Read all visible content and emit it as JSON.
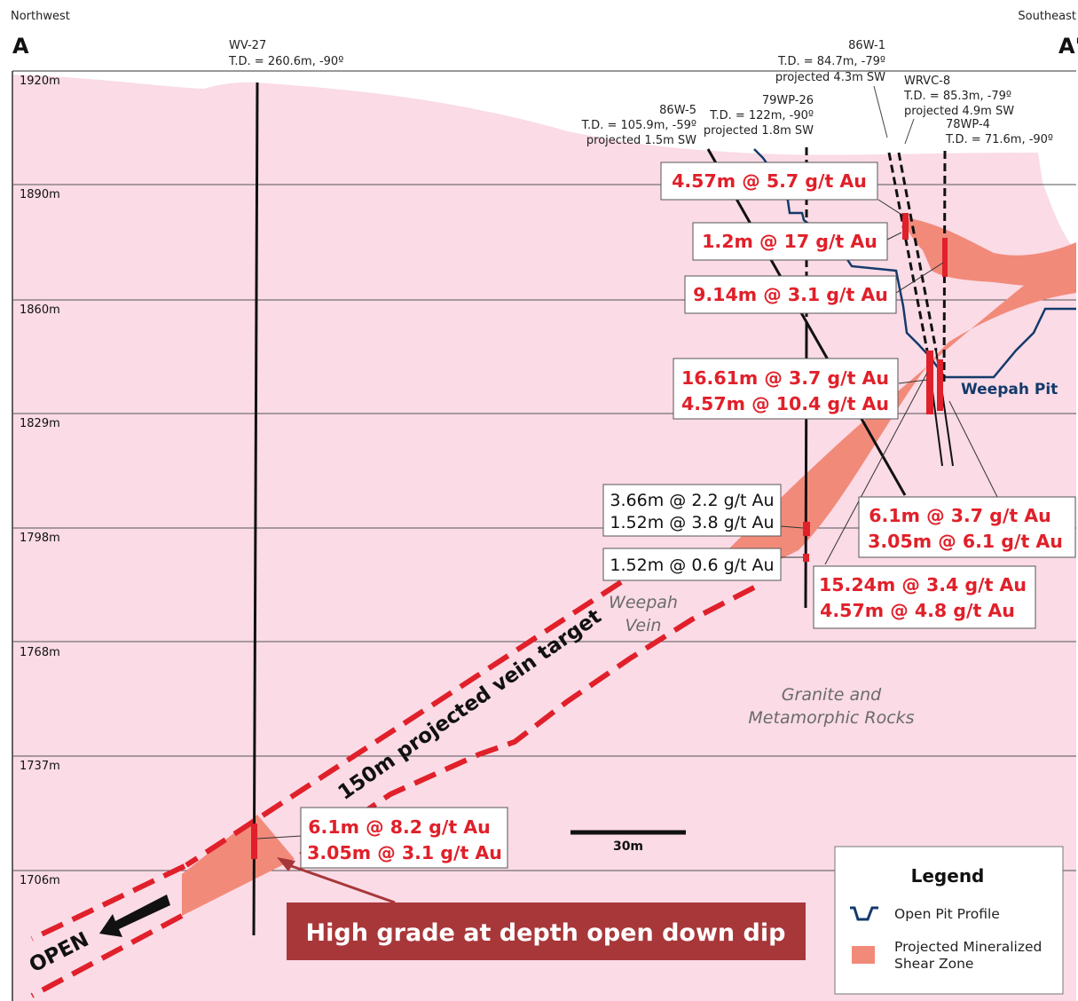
{
  "header": {
    "left_direction": "Northwest",
    "right_direction": "Southeast",
    "left_section": "A",
    "right_section": "A'"
  },
  "elevations": [
    "1920m",
    "1890m",
    "1860m",
    "1829m",
    "1798m",
    "1768m",
    "1737m",
    "1706m"
  ],
  "drillholes": {
    "wv27": {
      "name": "WV-27",
      "detail": "T.D. = 260.6m, -90º"
    },
    "h86w1": {
      "name": "86W-1",
      "detail": "T.D. = 84.7m, -79º",
      "projection": "projected 4.3m SW"
    },
    "wrvc8": {
      "name": "WRVC-8",
      "detail": "T.D. = 85.3m, -79º",
      "projection": "projected 4.9m SW"
    },
    "h78wp4": {
      "name": "78WP-4",
      "detail": "T.D. = 71.6m, -90º"
    },
    "h86w5": {
      "name": "86W-5",
      "detail": "T.D. = 105.9m, -59º",
      "projection": "projected 1.5m SW"
    },
    "h79wp26": {
      "name": "79WP-26",
      "detail": "T.D. = 122m, -90º",
      "projection": "projected 1.8m SW"
    }
  },
  "intercepts": {
    "i1": "4.57m @ 5.7 g/t Au",
    "i2": "1.2m @ 17 g/t Au",
    "i3": "9.14m @ 3.1 g/t Au",
    "i4a": "16.61m @ 3.7 g/t Au",
    "i4b": "4.57m @ 10.4 g/t Au",
    "i5a": "3.66m @ 2.2 g/t Au",
    "i5b": "1.52m @ 3.8 g/t Au",
    "i6": "1.52m @ 0.6 g/t Au",
    "i7a": "6.1m @ 3.7 g/t Au",
    "i7b": "3.05m @ 6.1 g/t Au",
    "i8a": "15.24m @ 3.4 g/t Au",
    "i8b": "4.57m @ 4.8 g/t Au",
    "i9a": "6.1m @ 8.2 g/t Au",
    "i9b": "3.05m @ 3.1 g/t Au"
  },
  "labels": {
    "vein_line1": "Weepah",
    "vein_line2": "Vein",
    "rock_line1": "Granite and",
    "rock_line2": "Metamorphic Rocks",
    "pit": "Weepah Pit",
    "target": "150m projected vein target",
    "open": "OPEN",
    "scale": "30m",
    "banner": "High grade at depth open down dip"
  },
  "legend": {
    "title": "Legend",
    "pit_profile": "Open Pit Profile",
    "shear_line1": "Projected Mineralized",
    "shear_line2": "Shear Zone"
  },
  "colors": {
    "background": "#fadbe6",
    "shear_zone": "#f28a7a",
    "intercept_text": "#e0202a",
    "pit_profile": "#143a6b",
    "banner": "#a8373a",
    "target_dash": "#e0202a"
  }
}
